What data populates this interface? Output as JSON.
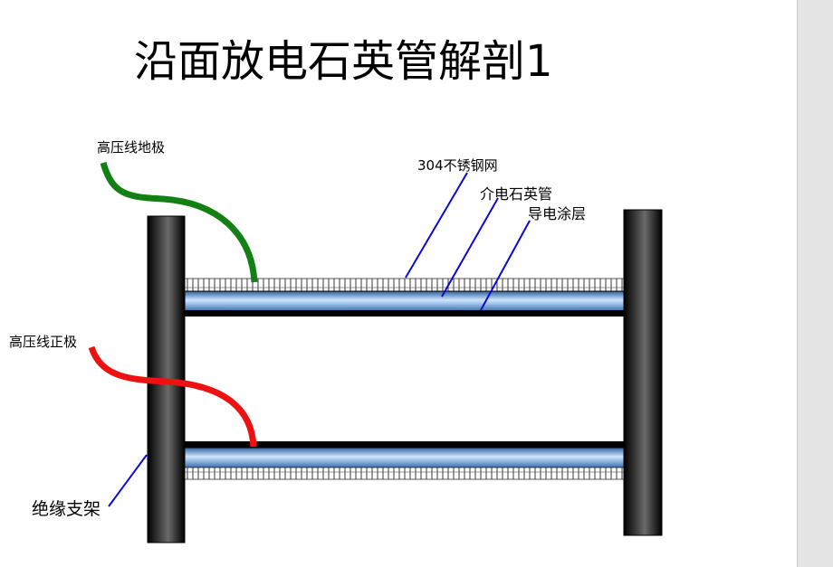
{
  "title": "沿面放电石英管解剖1",
  "labels": {
    "ground_electrode": "高压线地极",
    "mesh": "304不锈钢网",
    "quartz_tube": "介电石英管",
    "conductive_coating": "导电涂层",
    "positive_electrode": "高压线正极",
    "insulating_support": "绝缘支架"
  },
  "colors": {
    "ground_wire": "#138013",
    "positive_wire": "#ee1111",
    "leader_line": "#0a0ad4",
    "tube_light": "#c8e4ff",
    "tube_dark": "#3f77b8",
    "pillar": "#1a1a1a"
  }
}
